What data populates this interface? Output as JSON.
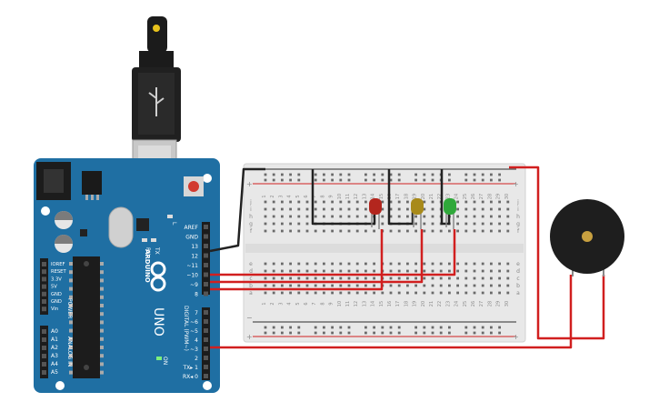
{
  "arduino": {
    "brand": "ARDUINO",
    "model": "UNO",
    "digital_label": "DIGITAL (PWM~)",
    "power_label": "POWER",
    "analog_label": "ANALOG IN",
    "on_label": "ON",
    "led_l": "L",
    "tx": "TX",
    "rx": "RX",
    "pins_digital_top": [
      "AREF",
      "GND",
      "13",
      "12",
      "~11",
      "~10",
      "~9",
      "8"
    ],
    "pins_digital_bottom": [
      "7",
      "~6",
      "~5",
      "4",
      "~3",
      "2",
      "TX▸ 1",
      "RX◂ 0"
    ],
    "pins_power": [
      "IOREF",
      "RESET",
      "3.3V",
      "5V",
      "GND",
      "GND",
      "Vin"
    ],
    "pins_analog": [
      "A0",
      "A1",
      "A2",
      "A3",
      "A4",
      "A5"
    ]
  },
  "breadboard": {
    "rows_top": [
      "j",
      "i",
      "h",
      "g",
      "f"
    ],
    "rows_bottom": [
      "e",
      "d",
      "c",
      "b",
      "a"
    ],
    "column_numbers": [
      "1",
      "2",
      "3",
      "4",
      "5",
      "6",
      "7",
      "8",
      "9",
      "10",
      "11",
      "12",
      "13",
      "14",
      "15",
      "16",
      "17",
      "18",
      "19",
      "20",
      "21",
      "22",
      "23",
      "24",
      "25",
      "26",
      "27",
      "28",
      "29",
      "30"
    ],
    "rail_plus": "+",
    "rail_minus": "−"
  },
  "leds": [
    {
      "name": "red",
      "color": "#b3261e"
    },
    {
      "name": "yellow",
      "color": "#a88a1a"
    },
    {
      "name": "green",
      "color": "#2fa83a"
    }
  ],
  "colors": {
    "board": "#1f6fa3",
    "wire_red": "#d11f1f",
    "wire_black": "#222222",
    "breadboard": "#e8e8e8",
    "buzzer": "#1e1e1e"
  }
}
